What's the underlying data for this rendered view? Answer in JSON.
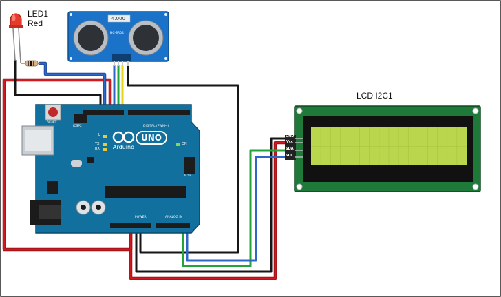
{
  "led": {
    "name": "LED1",
    "color_label": "Red",
    "color": "#e83a2c"
  },
  "lcd": {
    "title": "LCD I2C1",
    "pins": [
      "GND",
      "Vcc",
      "SDA",
      "SCL"
    ],
    "screen_color": "#b9d64c",
    "pcb_color": "#1f7a3a"
  },
  "sensor": {
    "display": "4.000",
    "model": "HC-SR04",
    "pcb_color": "#1a73c9"
  },
  "arduino": {
    "logo_text": "Arduino",
    "model": "UNO",
    "reset_label": "RESET",
    "icsp2_label": "ICSP2",
    "icsp_label": "ICSP",
    "tx_label": "TX",
    "rx_label": "RX",
    "l_label": "L",
    "on_label": "ON",
    "digital_label": "DIGITAL (PWM~)",
    "power_label": "POWER",
    "analog_label": "ANALOG IN",
    "pcb_color": "#12709e"
  },
  "wires": {
    "red": "#d0191f",
    "black": "#161616",
    "green": "#23a33a",
    "blue": "#2f66c7",
    "yellow": "#e5d21a"
  }
}
